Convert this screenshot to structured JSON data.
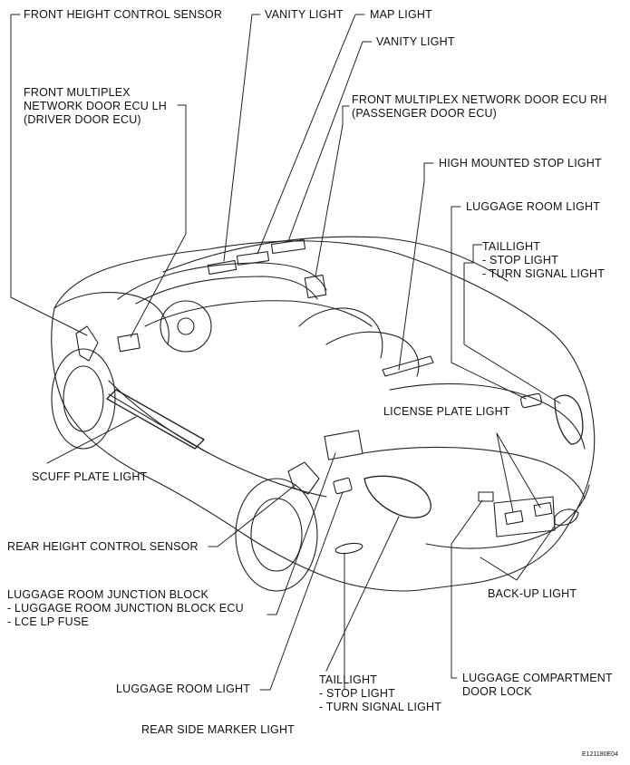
{
  "labels": {
    "front_height_sensor": "FRONT HEIGHT CONTROL SENSOR",
    "vanity_light_1": "VANITY LIGHT",
    "map_light": "MAP LIGHT",
    "vanity_light_2": "VANITY LIGHT",
    "front_door_ecu_lh": "FRONT MULTIPLEX\nNETWORK DOOR ECU LH\n(DRIVER DOOR ECU)",
    "front_door_ecu_rh": "FRONT MULTIPLEX NETWORK DOOR ECU RH\n(PASSENGER DOOR ECU)",
    "high_mounted_stop_light": "HIGH MOUNTED STOP LIGHT",
    "luggage_room_light_top": "LUGGAGE ROOM LIGHT",
    "taillight_top": "TAILLIGHT\n- STOP LIGHT\n- TURN SIGNAL LIGHT",
    "license_plate_light": "LICENSE PLATE LIGHT",
    "scuff_plate_light": "SCUFF PLATE LIGHT",
    "rear_height_sensor": "REAR HEIGHT CONTROL SENSOR",
    "luggage_room_junction_block": "LUGGAGE ROOM JUNCTION BLOCK\n- LUGGAGE ROOM JUNCTION BLOCK ECU\n- LCE LP FUSE",
    "back_up_light": "BACK-UP LIGHT",
    "luggage_room_light_bottom": "LUGGAGE ROOM LIGHT",
    "taillight_bottom": "TAILLIGHT\n- STOP LIGHT\n- TURN SIGNAL LIGHT",
    "luggage_compartment_door_lock": "LUGGAGE COMPARTMENT\nDOOR LOCK",
    "rear_side_marker_light": "REAR SIDE MARKER LIGHT"
  },
  "figure_code": "E121180E04"
}
